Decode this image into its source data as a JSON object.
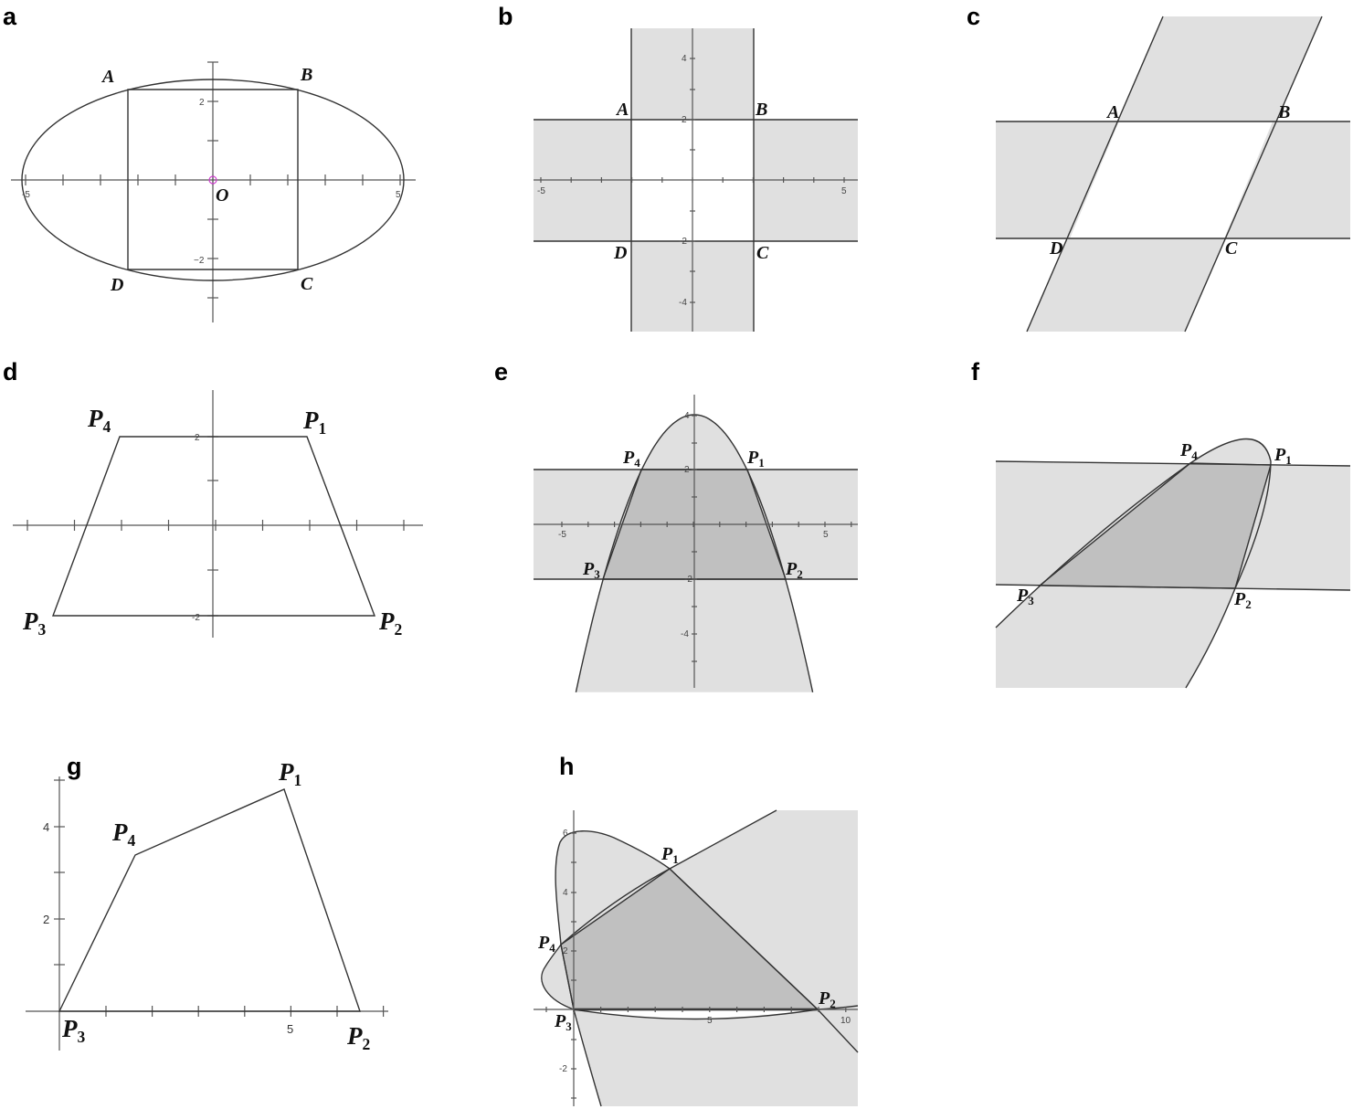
{
  "panels": {
    "a": {
      "label": "a",
      "points": {
        "A": "A",
        "B": "B",
        "C": "C",
        "D": "D",
        "O": "O"
      },
      "ticks": {
        "x_neg": "-5",
        "x_pos": "5",
        "y_pos": "2",
        "y_neg": "−2"
      }
    },
    "b": {
      "label": "b",
      "points": {
        "A": "A",
        "B": "B",
        "C": "C",
        "D": "D"
      },
      "ticks": {
        "x_neg": "-5",
        "x_pos": "5",
        "y4": "4",
        "y2": "2",
        "yn2": "-2",
        "yn4": "-4"
      }
    },
    "c": {
      "label": "c",
      "points": {
        "A": "A",
        "B": "B",
        "C": "C",
        "D": "D"
      }
    },
    "d": {
      "label": "d",
      "ticks": {
        "y_pos": "2",
        "y_neg": "-2"
      }
    },
    "e": {
      "label": "e",
      "ticks": {
        "x_neg": "-5",
        "x_pos": "5",
        "y4": "4",
        "y2": "2",
        "yn2": "-2",
        "yn4": "-4"
      }
    },
    "f": {
      "label": "f"
    },
    "g": {
      "label": "g",
      "ticks": {
        "y4": "4",
        "y2": "2",
        "x5": "5"
      }
    },
    "h": {
      "label": "h",
      "ticks": {
        "y6": "6",
        "y4": "4",
        "y2": "2",
        "yn2": "-2",
        "x5": "5",
        "x10": "10"
      }
    }
  },
  "P": {
    "name": "P",
    "s1": "1",
    "s2": "2",
    "s3": "3",
    "s4": "4"
  },
  "colors": {
    "light_fill": "#e0e0e0",
    "dark_fill": "#c0c0c0",
    "line": "#333333",
    "origin_marker": "#d040d0"
  }
}
